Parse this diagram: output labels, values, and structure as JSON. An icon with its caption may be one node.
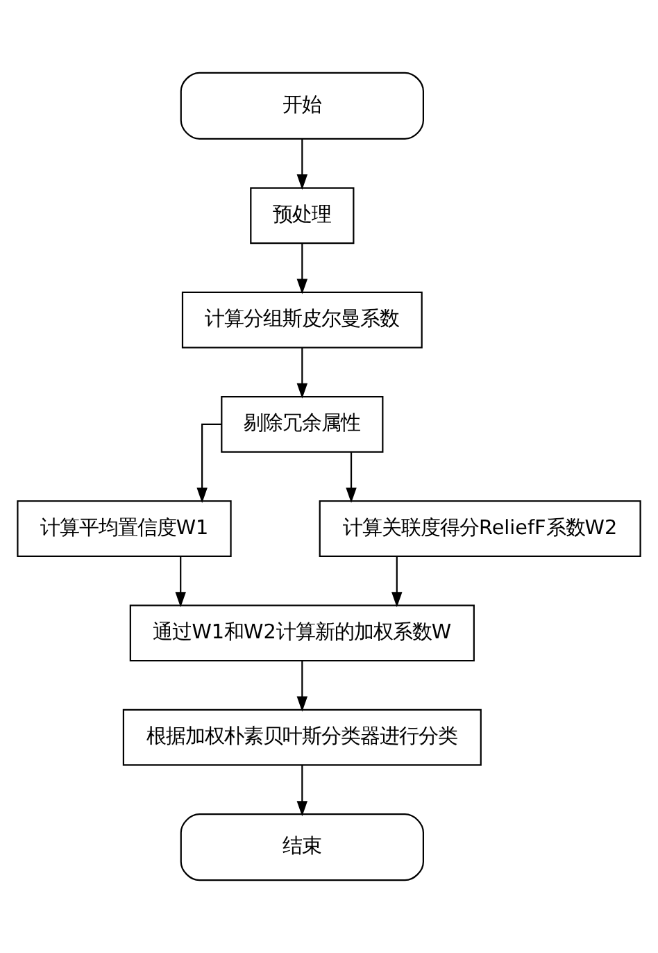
{
  "diagram": {
    "nodes": [
      {
        "text": [
          "开始"
        ]
      },
      {
        "text": [
          "预处理"
        ]
      },
      {
        "text": [
          "计算分组斯皮尔曼系数"
        ]
      },
      {
        "text": [
          "剔除冗余属性"
        ]
      },
      {
        "text": [
          "计算平均置信度W1"
        ]
      },
      {
        "text": [
          "计算关联度得分ReliefF系数W2"
        ]
      },
      {
        "text": [
          "通过W1和W2计算新的加权系数W"
        ]
      },
      {
        "text": [
          "根据加权朴素贝叶斯分类器进行分类"
        ]
      },
      {
        "text": [
          "结束"
        ]
      }
    ],
    "edges": [
      {
        "from": 0,
        "to": 1,
        "arrow": "to"
      },
      {
        "from": 1,
        "to": 2,
        "arrow": "to"
      },
      {
        "from": 2,
        "to": 3,
        "arrow": "to"
      },
      {
        "from": 3,
        "to": 4,
        "arrow": "to"
      },
      {
        "from": 3,
        "to": 5,
        "arrow": "to"
      },
      {
        "from": 4,
        "to": 6,
        "arrow": "to"
      },
      {
        "from": 5,
        "to": 6,
        "arrow": "to"
      },
      {
        "from": 6,
        "to": 7,
        "arrow": "to"
      },
      {
        "from": 7,
        "to": 8,
        "arrow": "to"
      }
    ]
  }
}
